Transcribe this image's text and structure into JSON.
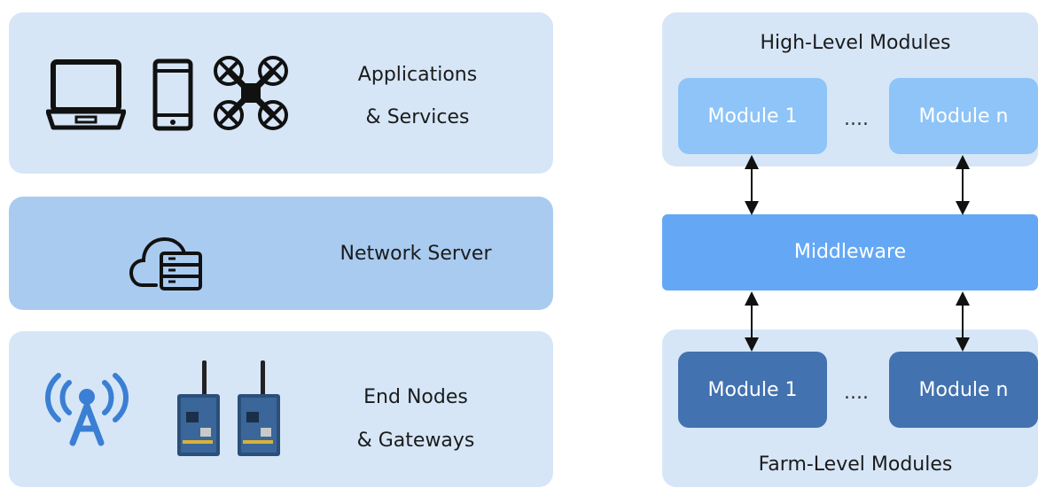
{
  "left_stack": {
    "applications": {
      "line1": "Applications",
      "line2": "& Services"
    },
    "network": {
      "label": "Network Server"
    },
    "nodes": {
      "line1": "End Nodes",
      "line2": "& Gateways"
    }
  },
  "right_stack": {
    "high_title": "High-Level Modules",
    "high_modules": [
      "Module 1",
      "Module n"
    ],
    "high_dots": "....",
    "middleware": "Middleware",
    "farm_modules": [
      "Module 1",
      "Module n"
    ],
    "farm_dots": "....",
    "farm_title": "Farm-Level Modules"
  },
  "colors": {
    "light_layer": "#d6e6f7",
    "mid_layer": "#a9cbf0",
    "middleware": "#64a8f5",
    "high_module": "#8ec4f7",
    "farm_module": "#4272b0",
    "signal_icon": "#3b7fd4"
  }
}
